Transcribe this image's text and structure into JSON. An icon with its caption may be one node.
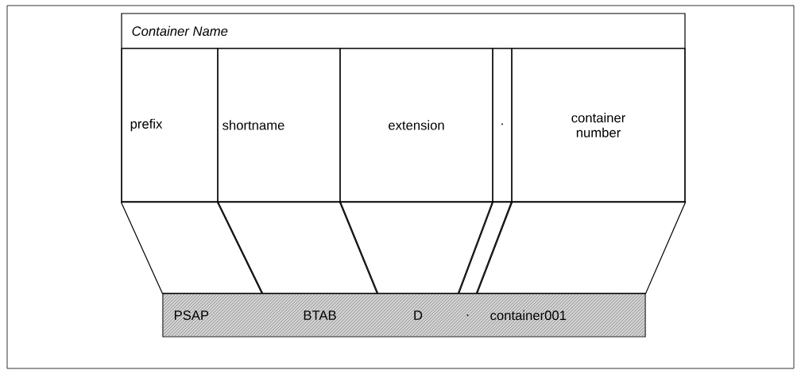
{
  "diagram": {
    "nodes": [
      {
        "text": [
          "Container Name"
        ]
      },
      {
        "text": [
          "prefix"
        ],
        "in": 0
      },
      {
        "text": [
          "shortname"
        ],
        "in": 0
      },
      {
        "text": [
          "extension"
        ],
        "in": 0
      },
      {
        "text": [
          "."
        ],
        "in": 0
      },
      {
        "text": [
          "container number"
        ],
        "in": 0
      },
      {
        "text": [],
        "shape": "bar"
      },
      {
        "text": [
          "PSAP"
        ],
        "in": 6
      },
      {
        "text": [
          "BTAB"
        ],
        "in": 6
      },
      {
        "text": [
          "D"
        ],
        "in": 6
      },
      {
        "text": [
          "."
        ],
        "in": 6
      },
      {
        "text": [
          "container001"
        ],
        "in": 6
      }
    ],
    "edges": [
      {
        "from": 1,
        "to": 7,
        "arrow": "none"
      },
      {
        "from": 2,
        "to": 8,
        "arrow": "none"
      },
      {
        "from": 3,
        "to": 9,
        "arrow": "none"
      },
      {
        "from": 4,
        "to": 10,
        "arrow": "none"
      },
      {
        "from": 5,
        "to": 11,
        "arrow": "none"
      }
    ]
  }
}
